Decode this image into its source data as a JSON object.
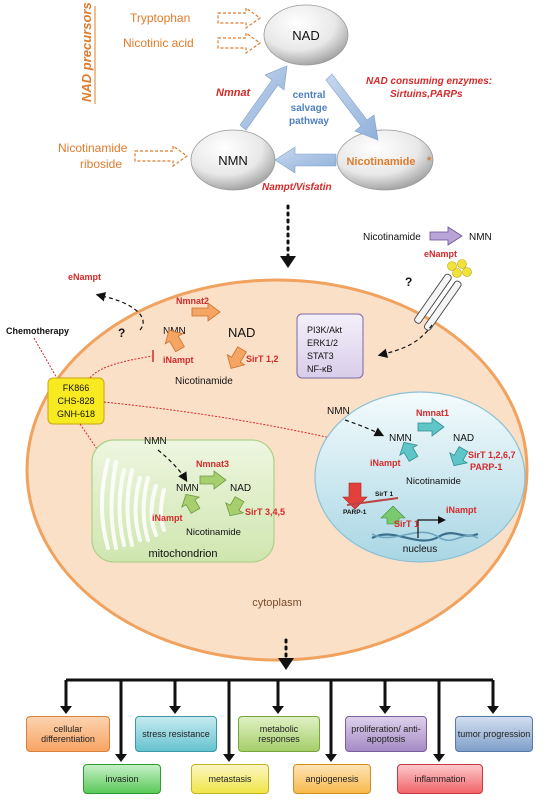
{
  "precursors": {
    "side_label": "NAD precursors",
    "tryptophan": "Tryptophan",
    "nicotinic_acid": "Nicotinic  acid",
    "nicotinamide_riboside_1": "Nicotinamide",
    "nicotinamide_riboside_2": "riboside",
    "asterisk": "*"
  },
  "salvage": {
    "nad": "NAD",
    "nmn": "NMN",
    "nicotinamide": "Nicotinamide",
    "center_1": "central",
    "center_2": "salvage",
    "center_3": "pathway",
    "nmnat": "Nmnat",
    "consuming_1": "NAD consuming enzymes:",
    "consuming_2": "Sirtuins,PARPs",
    "nampt": "Nampt/Visfatin"
  },
  "extracellular": {
    "nicotinamide": "Nicotinamide",
    "nmn": "NMN",
    "enampt": "eNampt",
    "question": "?"
  },
  "cytoplasm": {
    "enampt": "eNampt",
    "question": "?",
    "nmnat2": "Nmnat2",
    "nmn": "NMN",
    "nad": "NAD",
    "inampt": "iNampt",
    "sirt12": "SirT 1,2",
    "nicotinamide": "Nicotinamide",
    "label": "cytoplasm"
  },
  "signaling": {
    "pi3k": "PI3K/Akt",
    "erk": "ERK1/2",
    "stat3": "STAT3",
    "nfkb": "NF-κB"
  },
  "chemotherapy": {
    "label": "Chemotherapy",
    "drug1": "FK866",
    "drug2": "CHS-828",
    "drug3": "GNH-618"
  },
  "mito": {
    "nmn_outside": "NMN",
    "nmnat3": "Nmnat3",
    "nmn": "NMN",
    "nad": "NAD",
    "inampt": "iNampt",
    "sirt345": "SirT 3,4,5",
    "nicotinamide": "Nicotinamide",
    "label": "mitochondrion"
  },
  "nucleus": {
    "nmn_outside": "NMN",
    "nmnat1": "Nmnat1",
    "nmn": "NMN",
    "nad": "NAD",
    "inampt": "iNampt",
    "sirt_list": "SirT 1,2,6,7",
    "parp": "PARP-1",
    "nicotinamide": "Nicotinamide",
    "sirt1_small": "SirT 1",
    "parp1_small": "PARP-1",
    "sirt1": "SirT 1",
    "inampt_gene": "iNampt",
    "label": "nucleus"
  },
  "outcomes": {
    "row1": [
      "cellular differentiation",
      "stress resistance",
      "metabolic responses",
      "proliferation/ anti-apoptosis",
      "tumor progression"
    ],
    "row2": [
      "invasion",
      "metastasis",
      "angiogenesis",
      "inflammation"
    ],
    "colors_row1": [
      "#f7a463",
      "#66c3cf",
      "#a6cf6a",
      "#a58bc4",
      "#7f9fc9"
    ],
    "colors_row2": [
      "#5bc95b",
      "#f0e548",
      "#f7b94e",
      "#f2646b"
    ]
  },
  "colors": {
    "cell": "#fbe0c8",
    "cell_border": "#f0a25e",
    "accent_red": "#d42a2a",
    "accent_orange": "#e07b2a"
  }
}
